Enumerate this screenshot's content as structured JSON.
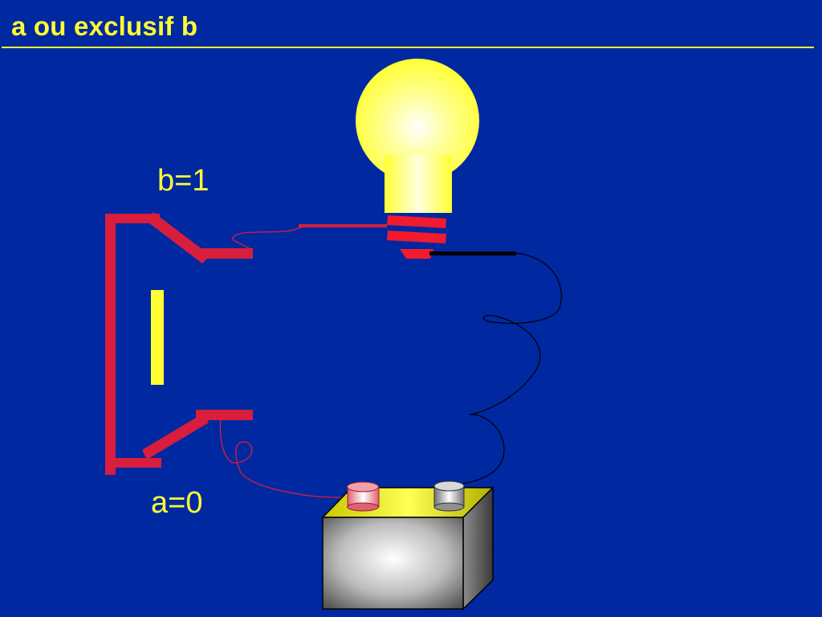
{
  "title": "a ou exclusif b",
  "labels": {
    "switch_b": "b=1",
    "switch_a": "a=0"
  },
  "colors": {
    "background": "#0028A0",
    "text": "#FFFF33",
    "switch": "#D81E3C",
    "bulb": "#FFFF66",
    "wire_positive": "#D81E3C",
    "wire_negative": "#000000"
  },
  "icons": {
    "bulb": "light-bulb-icon",
    "battery": "battery-icon"
  }
}
